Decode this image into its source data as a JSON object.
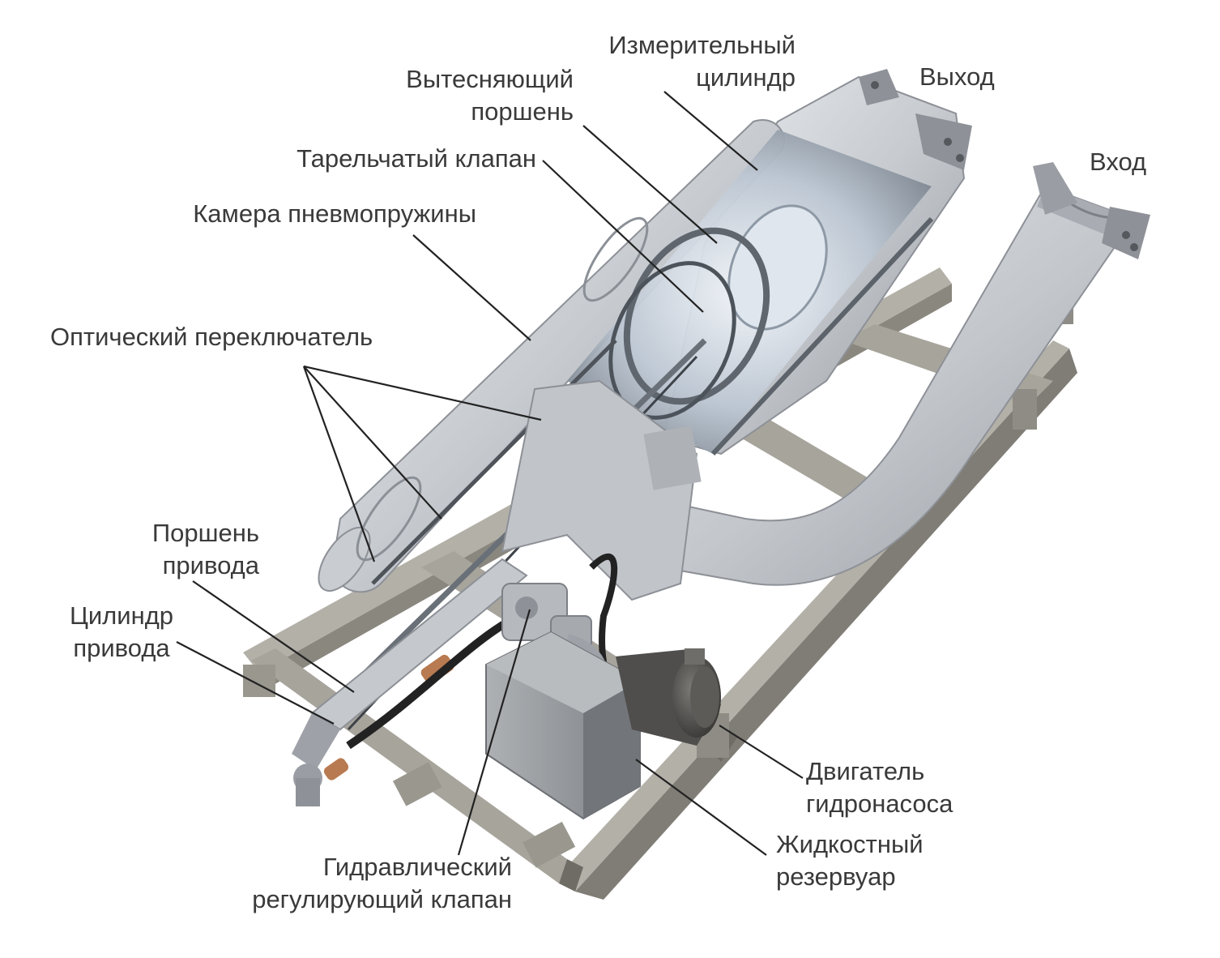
{
  "labels": {
    "measuring_cylinder": [
      "Измерительный",
      "цилиндр"
    ],
    "displacer_piston": [
      "Вытесняющий",
      "поршень"
    ],
    "outlet": "Выход",
    "inlet": "Вход",
    "poppet_valve": "Тарельчатый клапан",
    "air_spring_chamber": "Камера пневмопружины",
    "optical_switch": "Оптический переключатель",
    "actuator_piston": [
      "Поршень",
      "привода"
    ],
    "actuator_cylinder": [
      "Цилиндр",
      "привода"
    ],
    "hydraulic_control_valve": [
      "Гидравлический",
      "регулирующий клапан"
    ],
    "pump_motor": [
      "Двигатель",
      "гидронасоса"
    ],
    "fluid_reservoir": [
      "Жидкостный",
      "резервуар"
    ]
  },
  "colors": {
    "metal_light": "#d4d7db",
    "metal_mid": "#b9bdc2",
    "metal_dark": "#8d9197",
    "frame": "#a7a49c",
    "frame_dark": "#807d76",
    "motor": "#4f4e4c",
    "copper": "#b87a50",
    "hose": "#222222",
    "leader": "#222222",
    "text": "#3a3a3a"
  }
}
